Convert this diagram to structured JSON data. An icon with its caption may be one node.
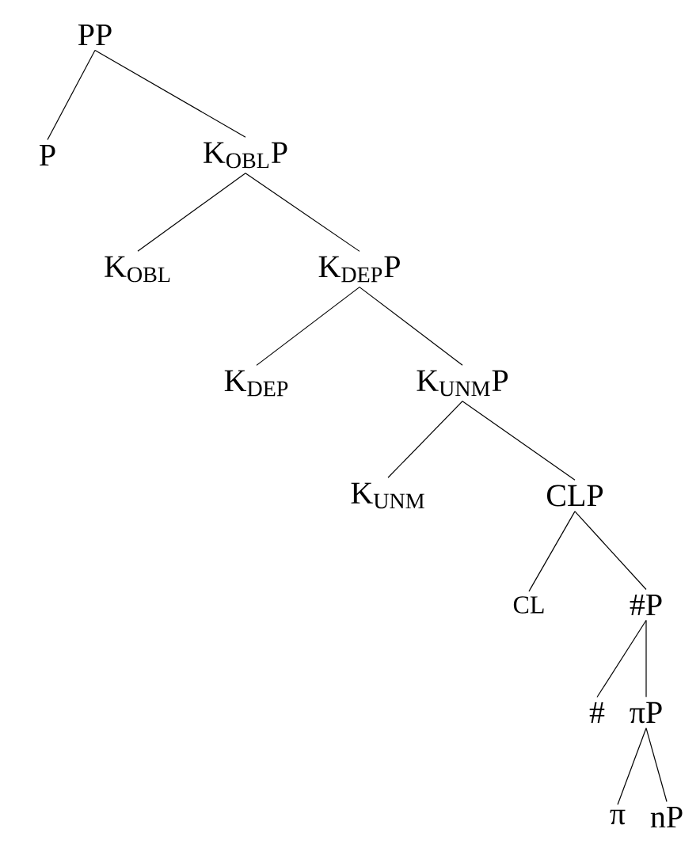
{
  "diagram": {
    "nodes": [
      {
        "text": [
          "PP"
        ]
      },
      {
        "text": [
          "P"
        ]
      },
      {
        "text": [
          "K$_{OBL}$P"
        ]
      },
      {
        "text": [
          "K$_{OBL}$"
        ]
      },
      {
        "text": [
          "K$_{DEP}$P"
        ]
      },
      {
        "text": [
          "K$_{DEP}$"
        ]
      },
      {
        "text": [
          "K$_{UNM}$P"
        ]
      },
      {
        "text": [
          "K$_{UNM}$"
        ]
      },
      {
        "text": [
          "CLP"
        ]
      },
      {
        "text": [
          "CL"
        ]
      },
      {
        "text": [
          "#P"
        ]
      },
      {
        "text": [
          "#"
        ]
      },
      {
        "text": [
          "πP"
        ]
      },
      {
        "text": [
          "π"
        ]
      },
      {
        "text": [
          "nP"
        ]
      }
    ],
    "edges": [
      {
        "from": 0,
        "to": 1,
        "arrow": "none"
      },
      {
        "from": 0,
        "to": 2,
        "arrow": "none"
      },
      {
        "from": 2,
        "to": 3,
        "arrow": "none"
      },
      {
        "from": 2,
        "to": 4,
        "arrow": "none"
      },
      {
        "from": 4,
        "to": 5,
        "arrow": "none"
      },
      {
        "from": 4,
        "to": 6,
        "arrow": "none"
      },
      {
        "from": 6,
        "to": 7,
        "arrow": "none"
      },
      {
        "from": 6,
        "to": 8,
        "arrow": "none"
      },
      {
        "from": 8,
        "to": 9,
        "arrow": "none"
      },
      {
        "from": 8,
        "to": 10,
        "arrow": "none"
      },
      {
        "from": 10,
        "to": 11,
        "arrow": "none"
      },
      {
        "from": 10,
        "to": 12,
        "arrow": "none"
      },
      {
        "from": 12,
        "to": 13,
        "arrow": "none"
      },
      {
        "from": 12,
        "to": 14,
        "arrow": "none"
      }
    ]
  }
}
